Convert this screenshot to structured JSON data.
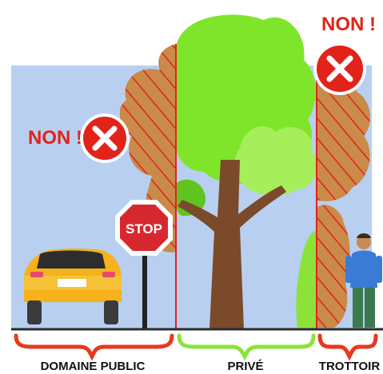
{
  "labels": {
    "non_left": "NON !",
    "non_right": "NON !",
    "stop_sign": "STOP",
    "domaine_public": "DOMAINE PUBLIC",
    "prive": "PRIVÉ",
    "trottoir": "TROTTOIR"
  },
  "colors": {
    "sky": "#b8cff0",
    "ground_line": "#2b2b2b",
    "canopy_green": "#7fe52b",
    "canopy_green_light": "#a6ef5a",
    "canopy_green_dark": "#5fc41f",
    "overhang_brown": "#c98a4a",
    "hatch_red": "#e2231a",
    "trunk": "#7a4a2a",
    "boundary_red": "#e2231a",
    "brace_red": "#e8381f",
    "brace_green": "#8be33a",
    "car": "#f5b21b",
    "stop_red": "#d8282f",
    "person_shirt": "#3a7bd5",
    "person_pants": "#3b7a4e"
  }
}
